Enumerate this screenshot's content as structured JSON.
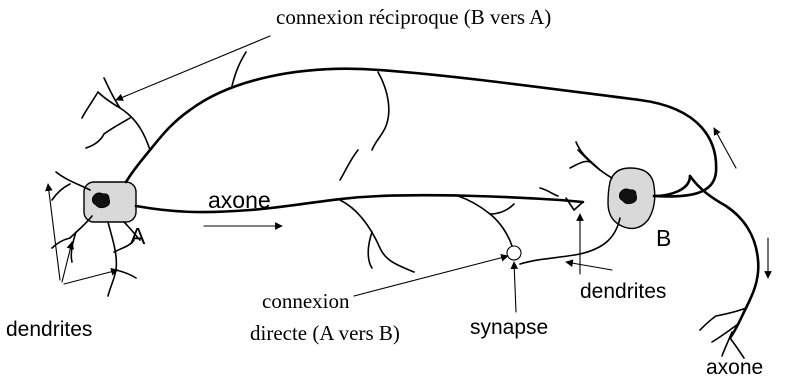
{
  "labels": {
    "reciprocal": "connexion réciproque (B vers A)",
    "axon_main": "axone",
    "neuron_a": "A",
    "neuron_b": "B",
    "dendrites_left": "dendrites",
    "direct_line1": "connexion",
    "direct_line2": "directe (A vers B)",
    "synapse": "synapse",
    "dendrites_right": "dendrites",
    "axon_right": "axone"
  },
  "colors": {
    "soma_fill": "#d9d9d9",
    "stroke": "#000000"
  }
}
